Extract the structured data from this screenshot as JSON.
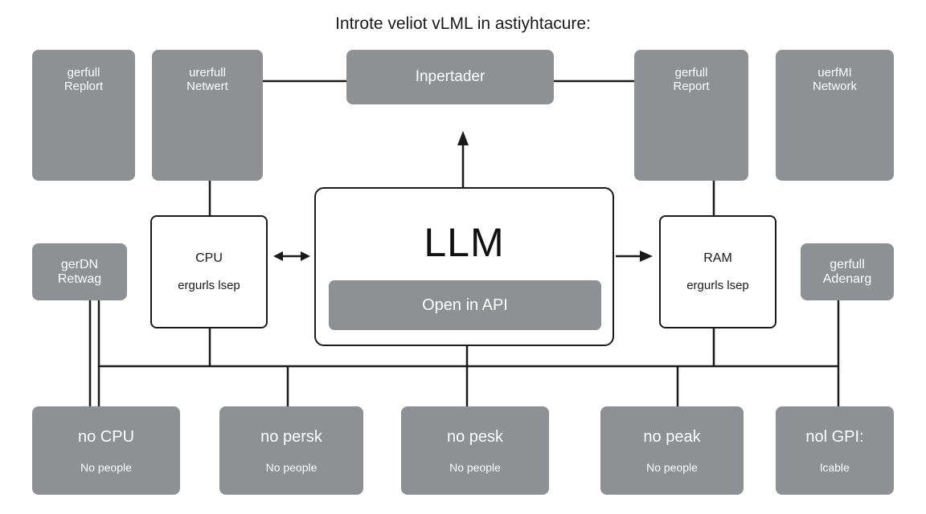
{
  "title": "Introte veliot vLML in astiyhtacure:",
  "llm": {
    "title": "LLM",
    "button": "Open in API"
  },
  "top_center": {
    "label": "Inpertader"
  },
  "top_boxes": [
    {
      "line1": "gerfull",
      "line2": "Replort"
    },
    {
      "line1": "urerfull",
      "line2": "Netwert"
    },
    {
      "line1": "gerfull",
      "line2": "Report"
    },
    {
      "line1": "uerfMI",
      "line2": "Network"
    }
  ],
  "side_boxes": [
    {
      "line1": "gerDN",
      "line2": "Retwag"
    },
    {
      "line1": "gerfull",
      "line2": "Adenarg"
    }
  ],
  "cpu": {
    "title": "CPU",
    "subtitle": "ergurls lsep"
  },
  "ram": {
    "title": "RAM",
    "subtitle": "ergurls lsep"
  },
  "bottom_boxes": [
    {
      "line1": "no CPU",
      "line2": "No people"
    },
    {
      "line1": "no persk",
      "line2": "No people"
    },
    {
      "line1": "no pesk",
      "line2": "No people"
    },
    {
      "line1": "no peak",
      "line2": "No people"
    },
    {
      "line1": "nol GPI:",
      "line2": "lcable"
    }
  ]
}
